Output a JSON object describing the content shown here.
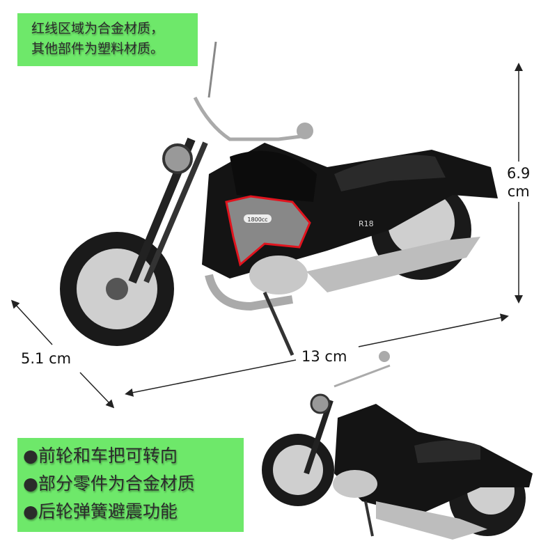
{
  "notes": {
    "top": [
      "红线区域为合金材质，",
      "其他部件为塑料材质。"
    ],
    "features": [
      "●前轮和车把可转向",
      "●部分零件为合金材质",
      "●后轮弹簧避震功能"
    ]
  },
  "dimensions": {
    "height": [
      "6.9",
      "cm"
    ],
    "width": "5.1 cm",
    "length": "13 cm"
  },
  "product_badges": {
    "engine_badge": "1800cc",
    "model_badge": "R18"
  },
  "colors": {
    "label_background": "#6ee86a",
    "alloy_outline": "#e0141e",
    "body": "#111111"
  }
}
